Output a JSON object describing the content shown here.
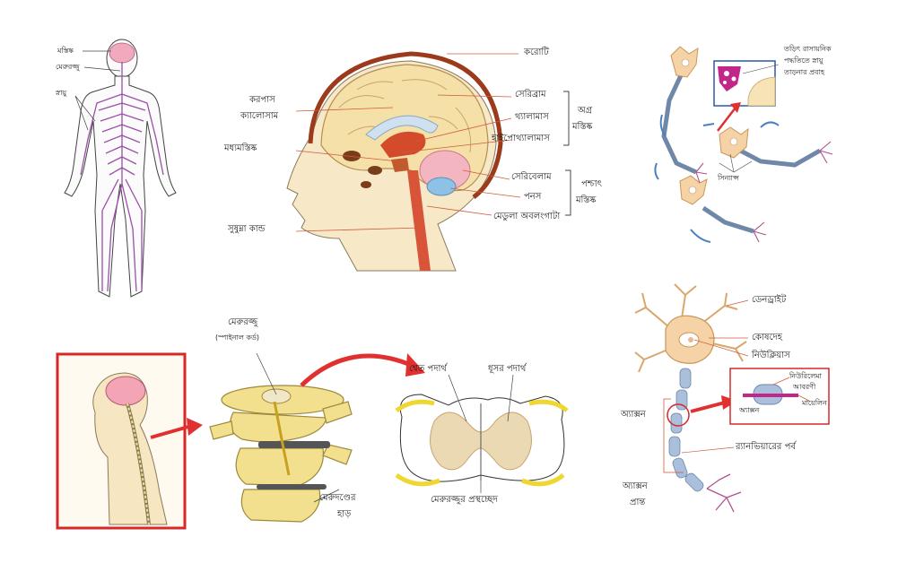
{
  "body_panel": {
    "brain_label": "মস্তিষ্ক",
    "spinal_label": "মেরুরজ্জু",
    "nerve_label": "স্নায়ু"
  },
  "brain_panel": {
    "skull": "করোটি",
    "corpus_callosum_1": "করপাস",
    "corpus_callosum_2": "ক্যালোসাম",
    "cerebrum": "সেরিব্রাম",
    "thalamus": "থ্যালামাস",
    "hypothalamus": "হাইপোথ্যালামাস",
    "forebrain_1": "অগ্র",
    "forebrain_2": "মস্তিষ্ক",
    "midbrain": "মধ্যমস্তিষ্ক",
    "cerebellum": "সেরিবেলাম",
    "pons": "পনস",
    "hindbrain_1": "পশ্চাৎ",
    "hindbrain_2": "মস্তিষ্ক",
    "medulla": "মেডুলা অবলংগাটা",
    "brainstem": "সুষুম্না কান্ড"
  },
  "synapse_panel": {
    "transmission_1": "তড়িৎ রাসায়নিক",
    "transmission_2": "পদ্ধতিতে স্নায়ু",
    "transmission_3": "তাড়নার প্রবাহ",
    "synapse": "সিন্যাপ্স"
  },
  "spine_panel": {
    "spinal_cord_1": "মেরুরজ্জু",
    "spinal_cord_2": "(স্পাইনাল কর্ড)",
    "white_matter": "শ্বেত পদার্থ",
    "grey_matter": "ধূসর পদার্থ",
    "vertebra_1": "মেরুদণ্ডের",
    "vertebra_2": "হাড়",
    "cross_section": "মেরুরজ্জুর প্রস্থচ্ছেদ"
  },
  "neuron_panel": {
    "dendrite": "ডেনড্রাইট",
    "cell_body": "কোষদেহ",
    "nucleus": "নিউক্লিয়াস",
    "neurilemma_1": "নিউরিলেমা",
    "neurilemma_2": "আবরণী",
    "axon_inset": "অ্যাক্সন",
    "myelin": "মায়েলিন",
    "axon": "অ্যাক্সন",
    "ranvier": "র‍্যানভিয়ারের পর্ব",
    "axon_end_1": "অ্যাক্সন",
    "axon_end_2": "প্রান্ত"
  },
  "colors": {
    "red": "#e03030",
    "nerve_purple": "#9b4fa8",
    "brain_pink": "#f3b9c4",
    "skin": "#f8e7c6",
    "neuron": "#f6d3a6",
    "bone": "#f0e28c",
    "myelin": "#a9bfdc",
    "arrow_blue": "#4a7fc1"
  }
}
